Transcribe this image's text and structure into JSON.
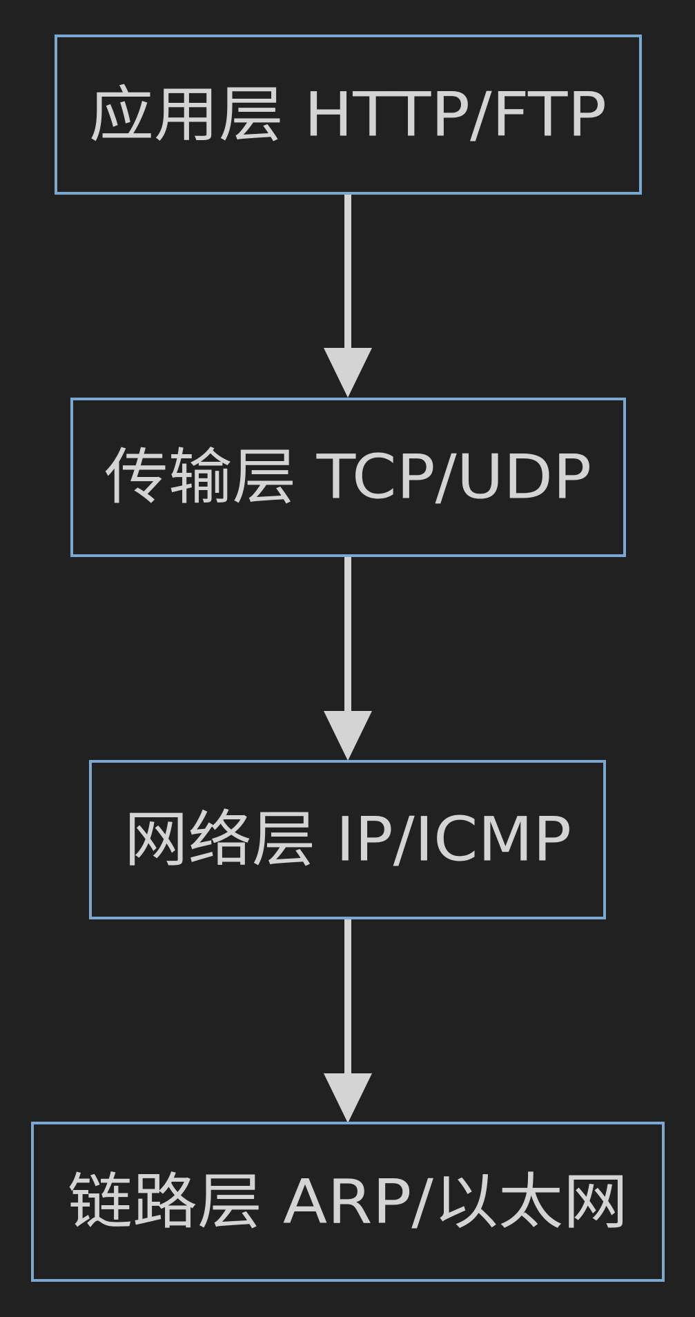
{
  "diagram": {
    "type": "flowchart",
    "direction": "top-to-bottom",
    "colors": {
      "background": "#212121",
      "node_border": "#7ba8d2",
      "node_fill": "#212121",
      "text": "#d4d4d4",
      "edge": "#d4d4d4"
    },
    "nodes": [
      {
        "id": "application",
        "label": "应用层 HTTP/FTP"
      },
      {
        "id": "transport",
        "label": "传输层 TCP/UDP"
      },
      {
        "id": "network",
        "label": "网络层 IP/ICMP"
      },
      {
        "id": "link",
        "label": "链路层 ARP/以太网"
      }
    ],
    "edges": [
      {
        "from": "application",
        "to": "transport"
      },
      {
        "from": "transport",
        "to": "network"
      },
      {
        "from": "network",
        "to": "link"
      }
    ]
  }
}
